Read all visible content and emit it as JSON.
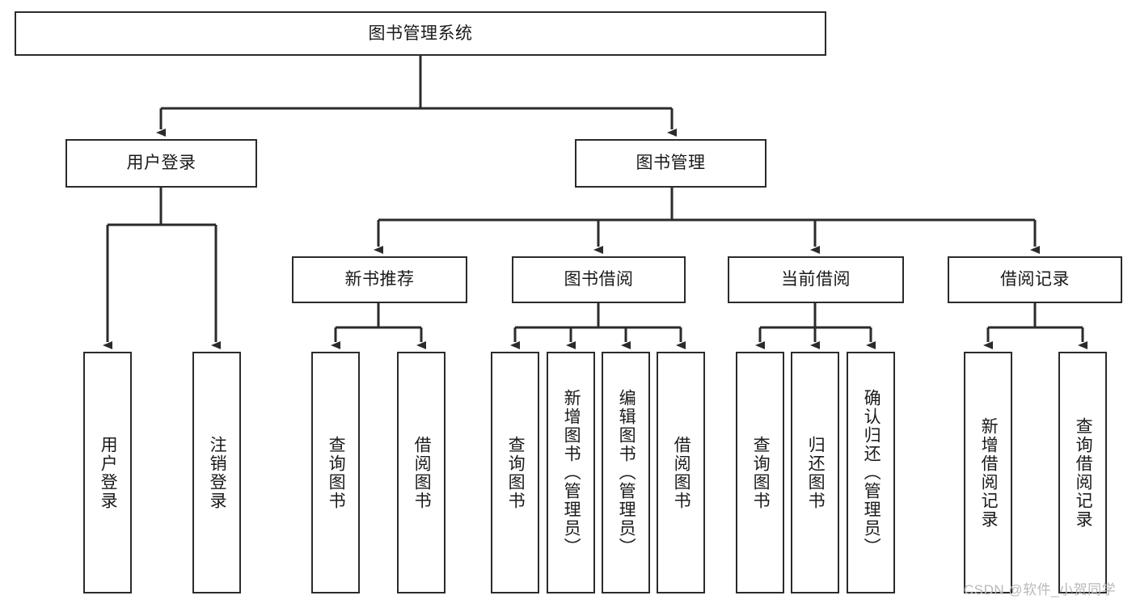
{
  "diagram": {
    "title": "图书管理系统",
    "type": "hierarchy-tree",
    "root": {
      "id": "root",
      "label": "图书管理系统"
    },
    "level2": [
      {
        "id": "user-login",
        "label": "用户登录"
      },
      {
        "id": "book-manage",
        "label": "图书管理"
      }
    ],
    "level3": [
      {
        "id": "new-book-recommend",
        "label": "新书推荐"
      },
      {
        "id": "book-borrow",
        "label": "图书借阅"
      },
      {
        "id": "current-borrow",
        "label": "当前借阅"
      },
      {
        "id": "borrow-record",
        "label": "借阅记录"
      }
    ],
    "leaves": {
      "user_login": [
        {
          "id": "leaf-user-login",
          "label": "用户登录"
        },
        {
          "id": "leaf-logout-login",
          "label": "注销登录"
        }
      ],
      "new_book_recommend": [
        {
          "id": "leaf-query-book-1",
          "label": "查询图书"
        },
        {
          "id": "leaf-borrow-book-1",
          "label": "借阅图书"
        }
      ],
      "book_borrow": [
        {
          "id": "leaf-query-book-2",
          "label": "查询图书"
        },
        {
          "id": "leaf-add-book",
          "label": "新增图书（管理员）"
        },
        {
          "id": "leaf-edit-book",
          "label": "编辑图书（管理员）"
        },
        {
          "id": "leaf-borrow-book-2",
          "label": "借阅图书"
        }
      ],
      "current_borrow": [
        {
          "id": "leaf-query-book-3",
          "label": "查询图书"
        },
        {
          "id": "leaf-return-book",
          "label": "归还图书"
        },
        {
          "id": "leaf-confirm-return",
          "label": "确认归还（管理员）"
        }
      ],
      "borrow_record": [
        {
          "id": "leaf-add-record",
          "label": "新增借阅记录"
        },
        {
          "id": "leaf-query-record",
          "label": "查询借阅记录"
        }
      ]
    }
  },
  "watermark": {
    "text": "CSDN @软件_小贺同学"
  },
  "colors": {
    "border": "#2b2b2b",
    "background": "#ffffff",
    "text": "#1a1a1a",
    "watermark": "#b9b9b9"
  }
}
